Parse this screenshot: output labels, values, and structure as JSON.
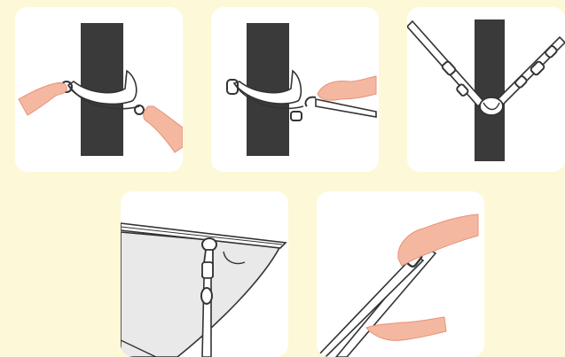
{
  "colors": {
    "background": "#fdf8d8",
    "panel": "#ffffff",
    "strap": "#3a3a3a",
    "skin": "#f4b8a0",
    "skin_dark": "#e8917a",
    "line": "#333333",
    "fabric": "#e9e9e9"
  },
  "steps": [
    {
      "icon": "wrap-strap-around-tree-illustration"
    },
    {
      "icon": "attach-hook-to-strap-illustration"
    },
    {
      "icon": "tree-strap-tightened-illustration"
    },
    {
      "icon": "canopy-corner-clip-illustration"
    },
    {
      "icon": "adjust-strap-buckle-illustration"
    }
  ]
}
